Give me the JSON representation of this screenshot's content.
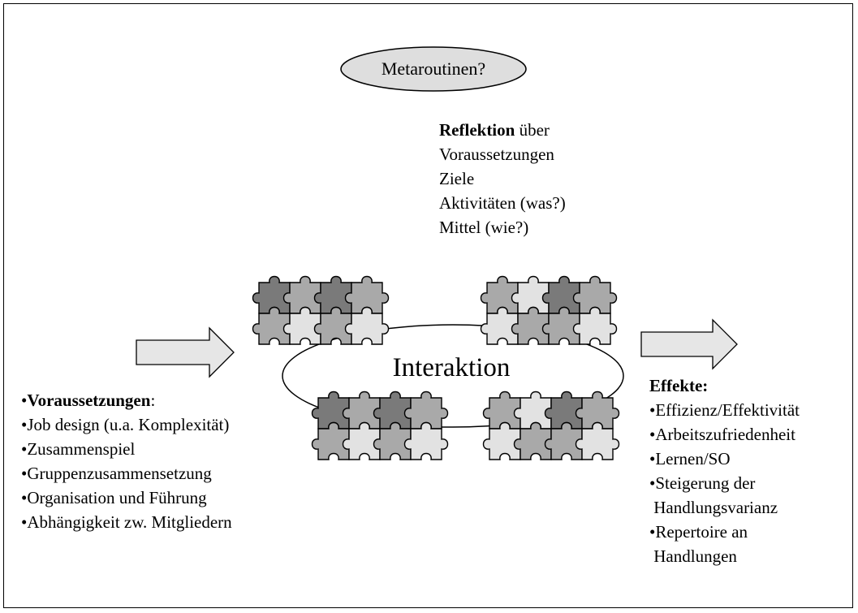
{
  "metaroutinen": {
    "label": "Metaroutinen?"
  },
  "reflektion": {
    "heading_bold": "Reflektion",
    "heading_rest": " über",
    "items": [
      "Voraussetzungen",
      "Ziele",
      "Aktivitäten (was?)",
      "Mittel (wie?)"
    ]
  },
  "interaktion": {
    "label": "Interaktion"
  },
  "voraussetzungen": {
    "bullet": "•",
    "heading": "Voraussetzungen",
    "heading_suffix": ":",
    "items": [
      "•Job design (u.a. Komplexität)",
      "•Zusammenspiel",
      "•Gruppenzusammensetzung",
      "•Organisation und Führung",
      "•Abhängigkeit zw. Mitgliedern"
    ]
  },
  "effekte": {
    "heading": "Effekte:",
    "items": [
      "•Effizienz/Effektivität",
      "•Arbeitszufriedenheit",
      "•Lernen/SO",
      "•Steigerung der",
      " Handlungsvarianz",
      "•Repertoire an",
      " Handlungen"
    ]
  },
  "colors": {
    "puzzle_dark": "#7a7a7a",
    "puzzle_mid": "#a9a9a9",
    "puzzle_light": "#e2e2e2",
    "ellipse_fill": "#dedede",
    "arrow_fill": "#e6e6e6"
  }
}
